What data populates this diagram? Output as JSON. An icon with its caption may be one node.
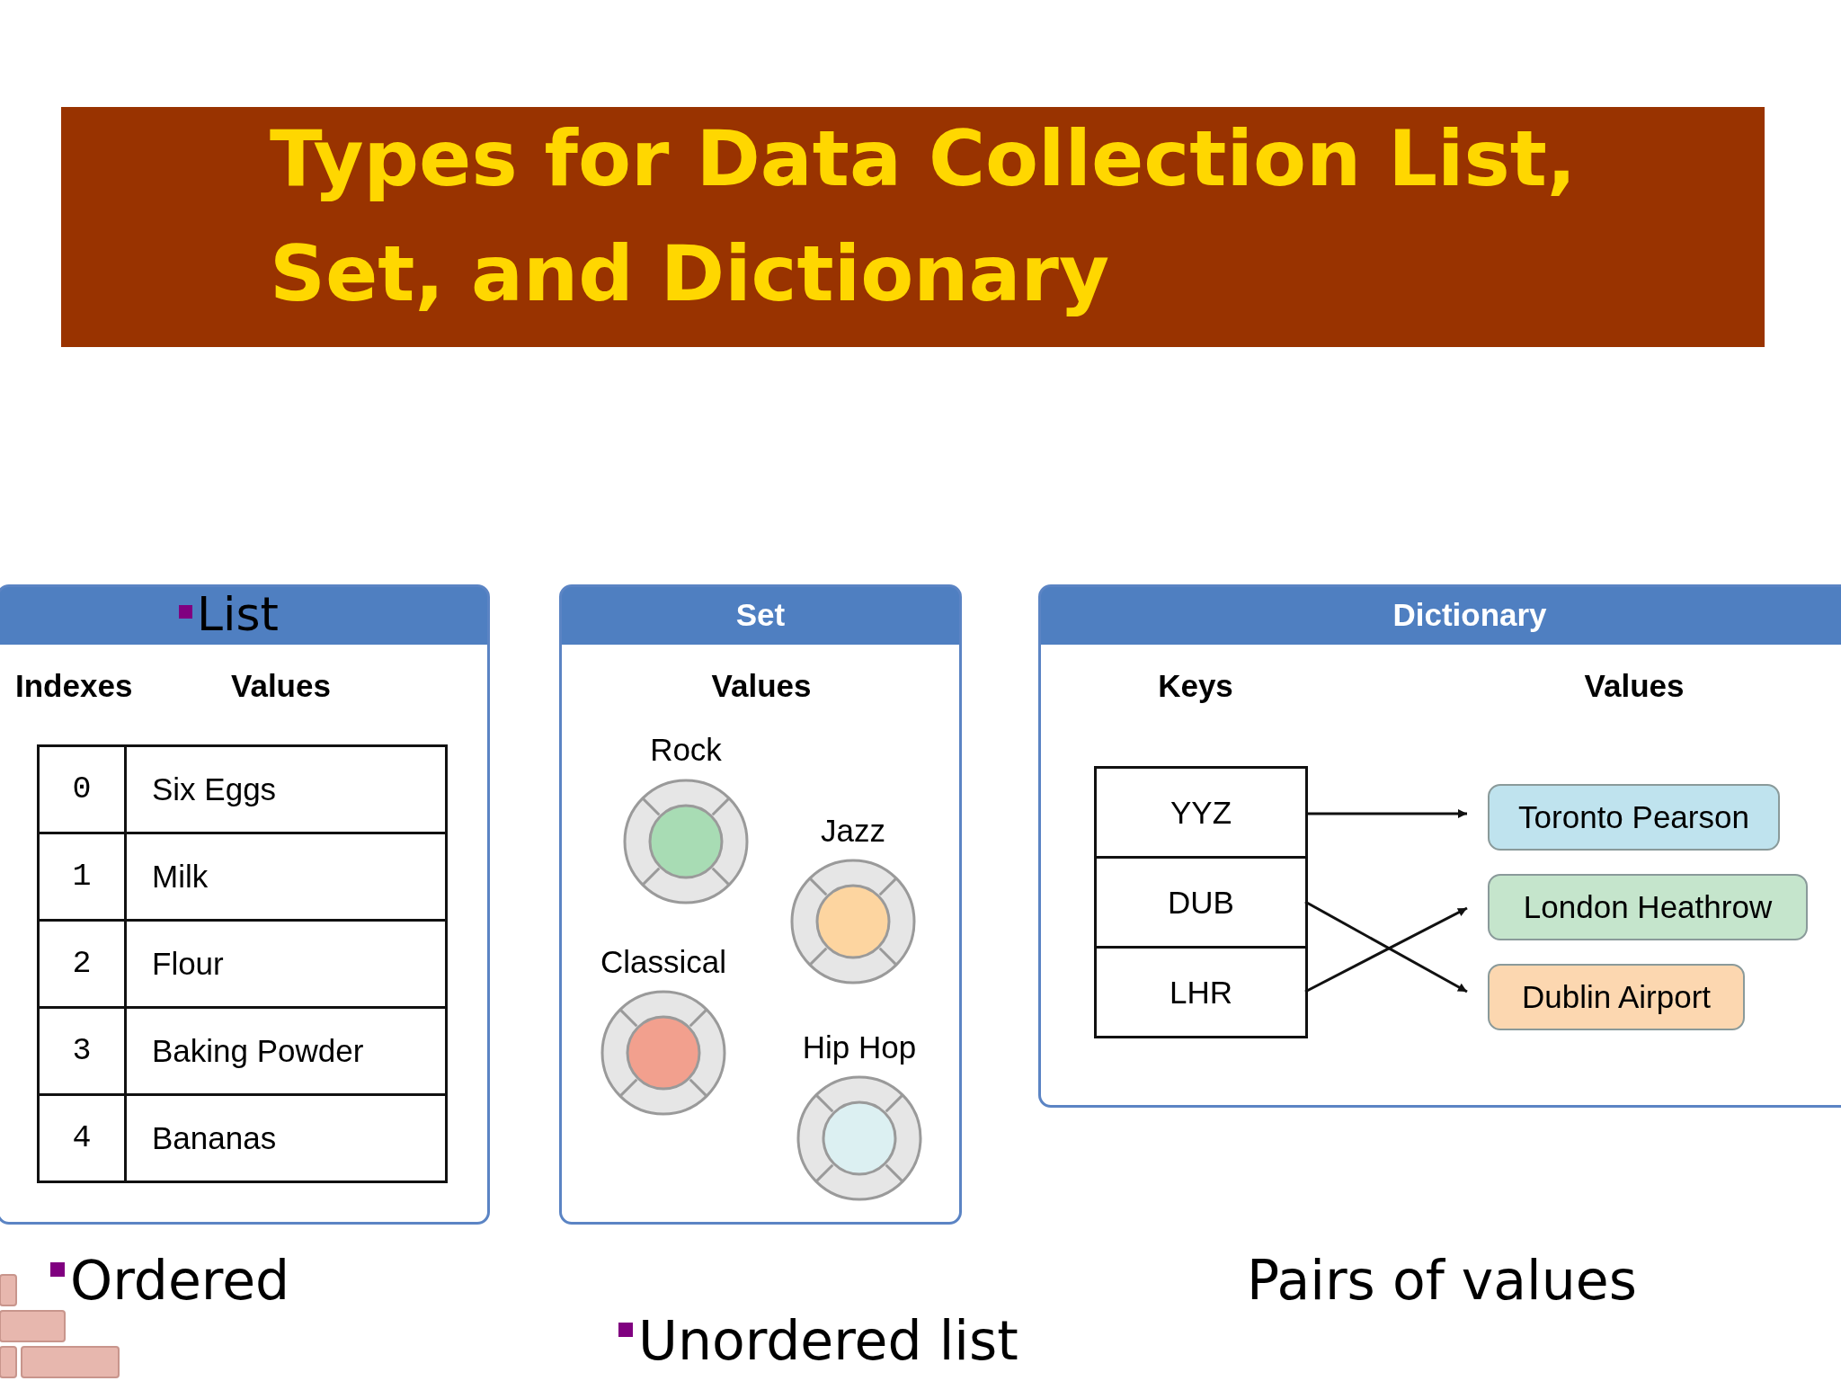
{
  "diagram": {
    "title": "Types for Data Collection List, Set, and Dictionary",
    "nodes": [
      {
        "text": [
          "List"
        ]
      },
      {
        "text": [
          "0",
          "Six Eggs"
        ],
        "in": 0
      },
      {
        "text": [
          "1",
          "Milk"
        ],
        "in": 0
      },
      {
        "text": [
          "2",
          "Flour"
        ],
        "in": 0
      },
      {
        "text": [
          "3",
          "Baking Powder"
        ],
        "in": 0
      },
      {
        "text": [
          "4",
          "Bananas"
        ],
        "in": 0
      },
      {
        "text": [
          "Set"
        ]
      },
      {
        "text": [
          "Rock"
        ],
        "in": 6
      },
      {
        "text": [
          "Jazz"
        ],
        "in": 6
      },
      {
        "text": [
          "Classical"
        ],
        "in": 6
      },
      {
        "text": [
          "Hip Hop"
        ],
        "in": 6
      },
      {
        "text": [
          "Dictionary"
        ]
      },
      {
        "text": [
          "YYZ"
        ],
        "in": 11
      },
      {
        "text": [
          "DUB"
        ],
        "in": 11
      },
      {
        "text": [
          "LHR"
        ],
        "in": 11
      },
      {
        "text": [
          "Toronto Pearson"
        ],
        "in": 11
      },
      {
        "text": [
          "London Heathrow"
        ],
        "in": 11
      },
      {
        "text": [
          "Dublin Airport"
        ],
        "in": 11
      }
    ],
    "edges": [
      {
        "from": 12,
        "to": 15,
        "arrow": "to"
      },
      {
        "from": 13,
        "to": 17,
        "arrow": "to"
      },
      {
        "from": 14,
        "to": 16,
        "arrow": "to"
      }
    ],
    "labels": [
      "Indexes",
      "Values",
      "Values",
      "Keys",
      "Values",
      "Ordered",
      "Unordered list",
      "Pairs of values"
    ]
  }
}
